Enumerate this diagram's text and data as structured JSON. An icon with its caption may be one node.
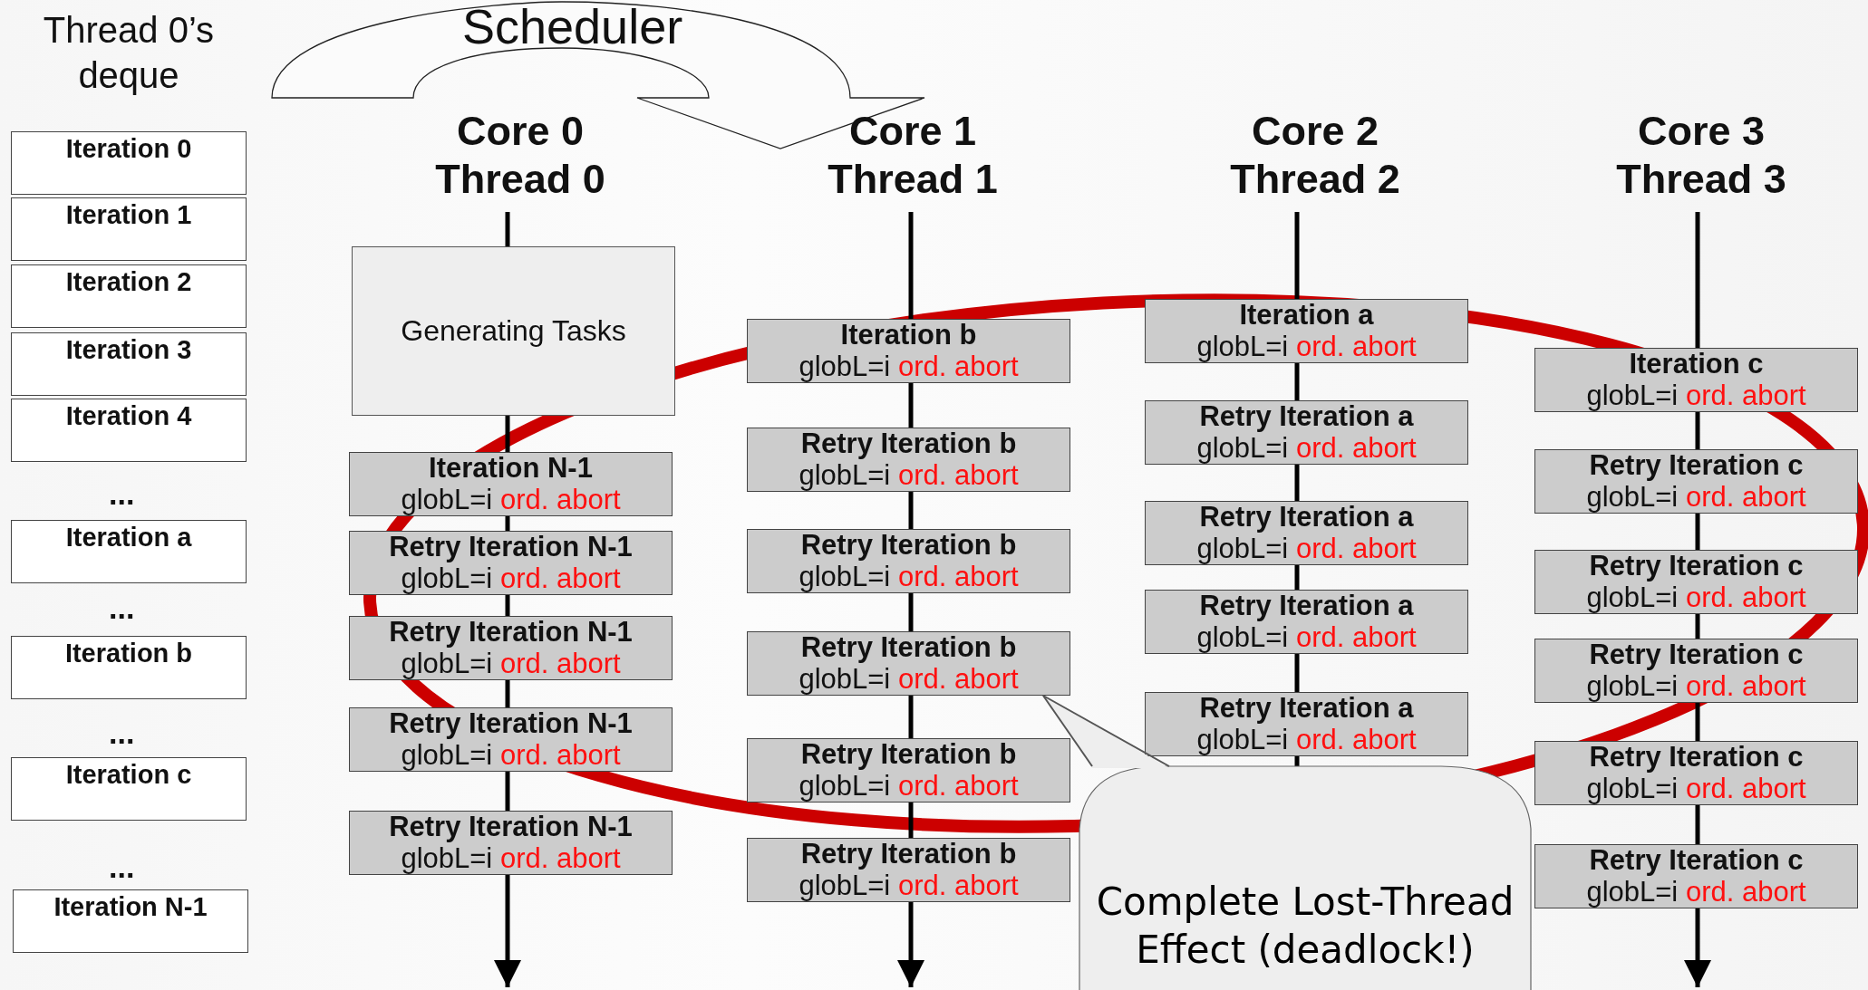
{
  "diagram": {
    "nodes": [
      {
        "text": [
          "Iteration 0"
        ]
      },
      {
        "text": [
          "Iteration 1"
        ]
      },
      {
        "text": [
          "Iteration 2"
        ]
      },
      {
        "text": [
          "Iteration 3"
        ]
      },
      {
        "text": [
          "Iteration 4"
        ]
      },
      {
        "text": [
          "Iteration a"
        ]
      },
      {
        "text": [
          "Iteration b"
        ]
      },
      {
        "text": [
          "Iteration c"
        ]
      },
      {
        "text": [
          "Iteration N-1"
        ]
      },
      {
        "text": [
          "Generating Tasks"
        ]
      },
      {
        "text": [
          "Iteration N-1",
          "globL=i",
          "ord. abort"
        ]
      },
      {
        "text": [
          "Retry Iteration N-1",
          "globL=i",
          "ord. abort"
        ]
      },
      {
        "text": [
          "Retry Iteration N-1",
          "globL=i",
          "ord. abort"
        ]
      },
      {
        "text": [
          "Retry Iteration N-1",
          "globL=i",
          "ord. abort"
        ]
      },
      {
        "text": [
          "Retry Iteration N-1",
          "globL=i",
          "ord. abort"
        ]
      },
      {
        "text": [
          "Iteration b",
          "globL=i",
          "ord. abort"
        ]
      },
      {
        "text": [
          "Retry Iteration b",
          "globL=i",
          "ord. abort"
        ]
      },
      {
        "text": [
          "Retry Iteration b",
          "globL=i",
          "ord. abort"
        ]
      },
      {
        "text": [
          "Retry Iteration b",
          "globL=i",
          "ord. abort"
        ]
      },
      {
        "text": [
          "Retry Iteration b",
          "globL=i",
          "ord. abort"
        ]
      },
      {
        "text": [
          "Retry Iteration b",
          "globL=i",
          "ord. abort"
        ]
      },
      {
        "text": [
          "Iteration a",
          "globL=i",
          "ord. abort"
        ]
      },
      {
        "text": [
          "Retry Iteration a",
          "globL=i",
          "ord. abort"
        ]
      },
      {
        "text": [
          "Retry Iteration a",
          "globL=i",
          "ord. abort"
        ]
      },
      {
        "text": [
          "Retry Iteration a",
          "globL=i",
          "ord. abort"
        ]
      },
      {
        "text": [
          "Retry Iteration a",
          "globL=i",
          "ord. abort"
        ]
      },
      {
        "text": [
          "Iteration c",
          "globL=i",
          "ord. abort"
        ]
      },
      {
        "text": [
          "Retry Iteration c",
          "globL=i",
          "ord. abort"
        ]
      },
      {
        "text": [
          "Retry Iteration c",
          "globL=i",
          "ord. abort"
        ]
      },
      {
        "text": [
          "Retry Iteration c",
          "globL=i",
          "ord. abort"
        ]
      },
      {
        "text": [
          "Retry Iteration c",
          "globL=i",
          "ord. abort"
        ]
      },
      {
        "text": [
          "Retry Iteration c",
          "globL=i",
          "ord. abort"
        ]
      },
      {
        "text": [
          "Complete Lost-Thread Effect (deadlock!)"
        ]
      }
    ],
    "edges": [
      {
        "from": 32,
        "to": 18,
        "arrow": "none"
      }
    ],
    "labels": [
      "Thread 0’s deque",
      "Scheduler",
      "Core 0 Thread 0",
      "Core 1 Thread 1",
      "Core 2 Thread 2",
      "Core 3 Thread 3",
      "...",
      "...",
      "...",
      "..."
    ]
  }
}
